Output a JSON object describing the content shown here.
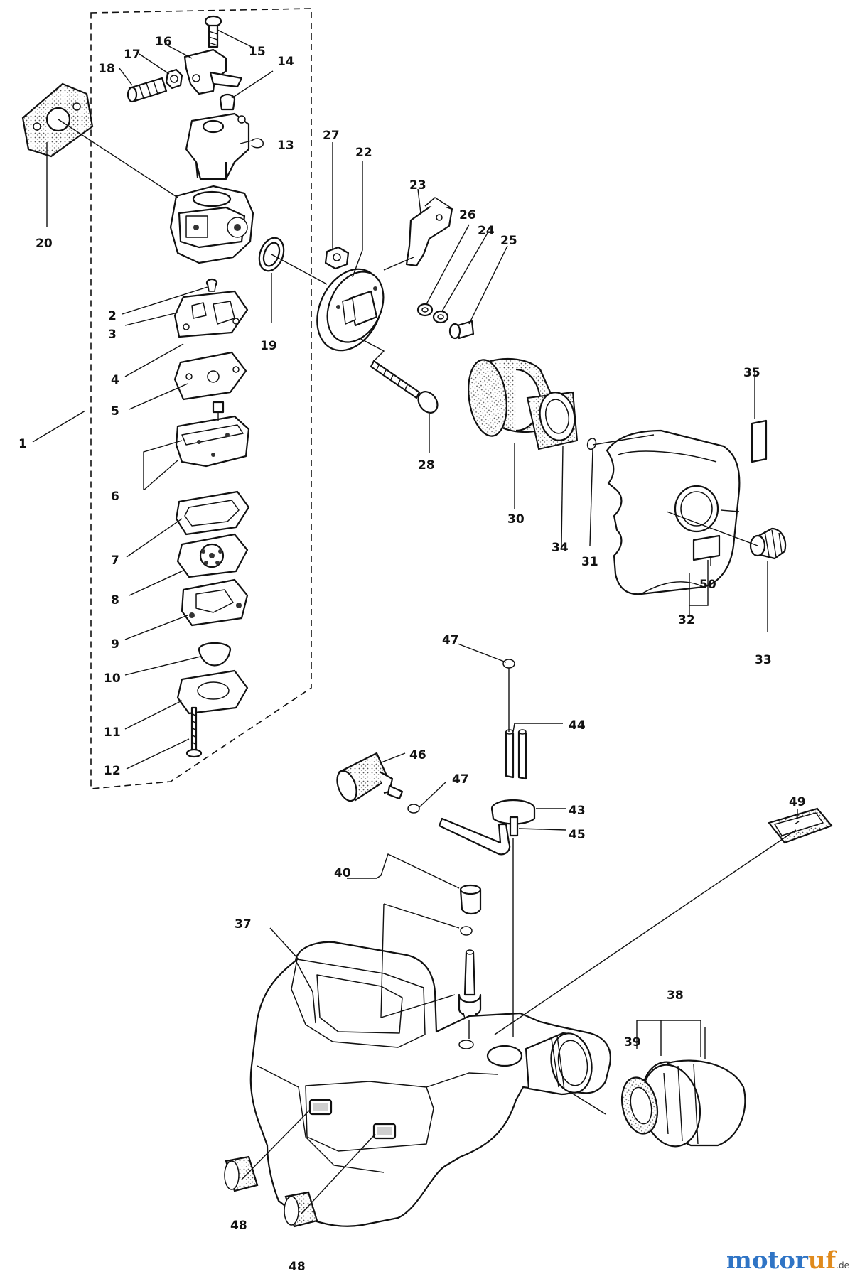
{
  "callouts": [
    "1",
    "2",
    "3",
    "4",
    "5",
    "6",
    "7",
    "8",
    "9",
    "10",
    "11",
    "12",
    "13",
    "14",
    "15",
    "16",
    "17",
    "18",
    "19",
    "20",
    "22",
    "23",
    "24",
    "25",
    "26",
    "27",
    "28",
    "30",
    "31",
    "32",
    "33",
    "34",
    "35",
    "37",
    "38",
    "39",
    "40",
    "43",
    "44",
    "45",
    "46",
    "47",
    "47",
    "48",
    "48",
    "49",
    "50"
  ],
  "watermark": {
    "part1": "motor",
    "part2": "uf",
    "suffix": ".de"
  }
}
